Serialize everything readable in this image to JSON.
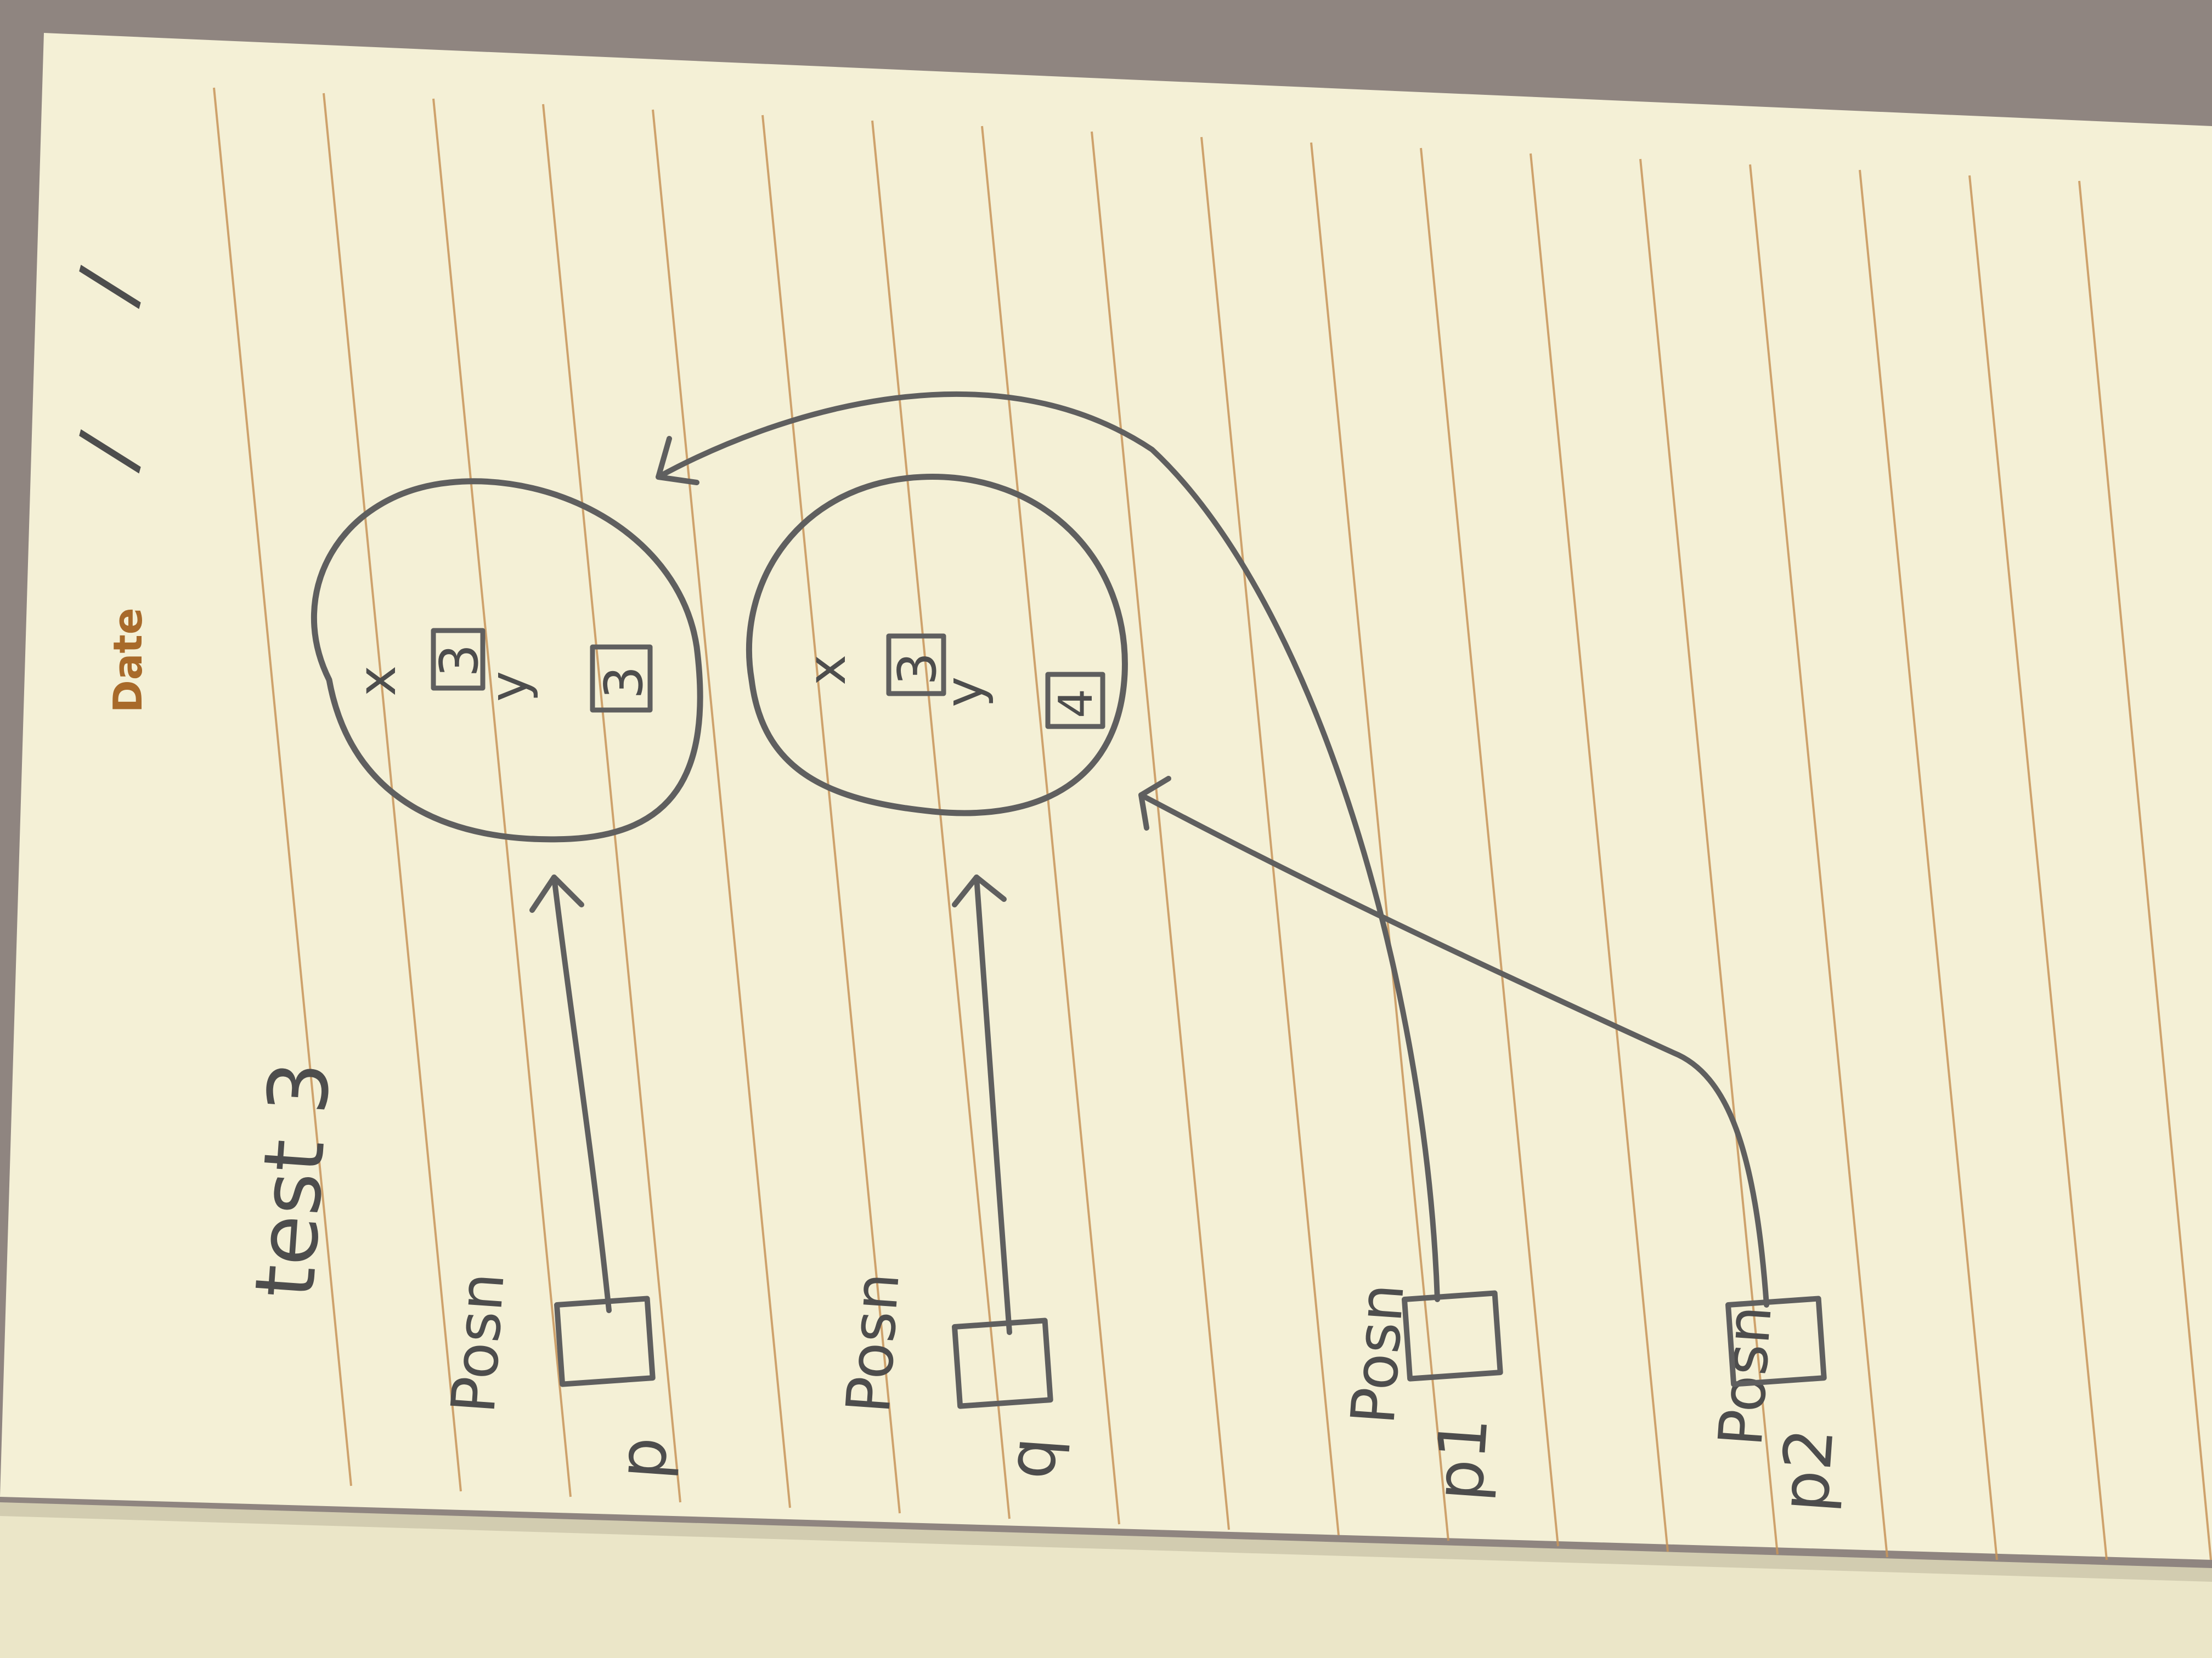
{
  "notebook": {
    "header": {
      "date_label": "Date",
      "date_slashes": [
        "/",
        "/"
      ]
    },
    "title": "test 3"
  },
  "diagram": {
    "variables": [
      {
        "type": "Posn",
        "name": "p"
      },
      {
        "type": "Posn",
        "name": "q"
      },
      {
        "type": "Posn",
        "name": "p1"
      },
      {
        "type": "Posn",
        "name": "p2"
      }
    ],
    "objects": [
      {
        "fields": [
          {
            "name": "x",
            "value": "3"
          },
          {
            "name": "y",
            "value": "3"
          }
        ]
      },
      {
        "fields": [
          {
            "name": "x",
            "value": "3"
          },
          {
            "name": "y",
            "value": "4"
          }
        ]
      }
    ]
  },
  "colors": {
    "paper": "#f4f0d6",
    "rule_lines": "#c8955a",
    "pencil": "#5f5f5f",
    "background": "#8f8580",
    "date_label": "#a86a2a"
  }
}
